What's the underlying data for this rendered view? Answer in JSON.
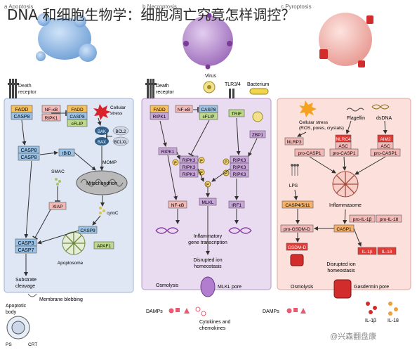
{
  "headline": "DNA 和细胞生物学：细胞凋亡究竟怎样调控？",
  "watermark": "@兴森翻盘康",
  "top_labels": [
    "a Apoptosis",
    "b Necroptosis",
    "c Pyroptosis"
  ],
  "panel_a": {
    "death_receptor": [
      "Death",
      "receptor"
    ],
    "fadd": "FADD",
    "casp8": "CASP8",
    "nfkb": "NF-κB",
    "ripk1": "RIPK1",
    "fadd2": "FADD",
    "casp8b": "CASP8",
    "cflip": "cFLIP",
    "cellular_stress": [
      "Cellular",
      "stress"
    ],
    "bak": "BAK",
    "bax": "BAX",
    "bcl2": "BCL2",
    "bclxl": "BCLXL",
    "casp8c": "CASP8",
    "casp8d": "CASP8",
    "tbid": "tBID",
    "momp": "MOMP",
    "smac": "SMAC",
    "mitochondrion": "Mitochondrion",
    "xiap": "XIAP",
    "cytoc": "cytoC",
    "casp9": "CASP9",
    "apaf1": "APAF1",
    "casp3": "CASP3",
    "casp7": "CASP7",
    "apoptosome": "Apoptosome",
    "substrate": [
      "Substrate",
      "cleavage"
    ],
    "blebbing": "Membrane blebbing",
    "body": [
      "Apoptotic",
      "body"
    ],
    "ps": "PS",
    "crt": "CRT"
  },
  "panel_b": {
    "death_receptor": [
      "Death",
      "receptor"
    ],
    "virus": "Virus",
    "tlr": "TLR3/4",
    "bacterium": "Bacterium",
    "fadd": "FADD",
    "nfkb": "NF-κB",
    "ripk1": "RIPK1",
    "casp8": "CASP8",
    "cflip": "cFLIP",
    "trif": "TRIF",
    "zbp1": "ZBP1",
    "ripk1b": "RIPK1",
    "ripk3": [
      "RIPK3",
      "RIPK3",
      "RIPK3"
    ],
    "ripk3b": [
      "RIPK3",
      "RIPK3",
      "RIPK3"
    ],
    "p": "P",
    "nfkb2": "NF-κB",
    "mlkl": "MLKL",
    "irf1": "IRF1",
    "inflammatory": [
      "Inflammatory",
      "gene transcription"
    ],
    "disrupted": [
      "Disrupted ion",
      "homeostasis"
    ],
    "osmolysis": "Osmolysis",
    "mlkl_pore": "MLKL pore",
    "damps": "DAMPs",
    "cytokines": [
      "Cytokines and",
      "chemokines"
    ]
  },
  "panel_c": {
    "cellular_stress": [
      "Cellular stress",
      "(ROS, pores, crystals)"
    ],
    "flagellin": "Flagellin",
    "dsdna": "dsDNA",
    "nlrp3": "NLRP3",
    "nlrc4": "NLRC4",
    "aim2": "AIM2",
    "asc": "ASC",
    "asc2": "ASC",
    "procasp1": [
      "pro-CASP1",
      "pro-CASP1",
      "pro-CASP1"
    ],
    "lps": "LPS",
    "inflammasome": "Inflammasome",
    "casp45": "CASP4/5/11",
    "proil1b": "pro-IL-1β",
    "proil18": "pro-IL-18",
    "progsdmd": "pro-GSDM-D",
    "casp1": "CASP1",
    "gsdmd": "GSDM-D",
    "il1b": "IL-1β",
    "il18": "IL-18",
    "disrupted": [
      "Disrupted ion",
      "homeostasis"
    ],
    "osmolysis": "Osmolysis",
    "gasdermin": "Gasdermin pore",
    "damps": "DAMPs",
    "il1b2": "IL-1β",
    "il18b": "IL-18"
  },
  "colors": {
    "panel_a_bg": "#dfe7f4",
    "panel_b_bg": "#eadcf0",
    "panel_c_bg": "#fbe0dc",
    "box_blue": "#9cc3e6",
    "box_purple": "#c9a6d9",
    "box_green": "#bcd88a",
    "box_pink": "#f2b9b6",
    "box_orange": "#f6b26b",
    "box_red": "#e33a35"
  }
}
